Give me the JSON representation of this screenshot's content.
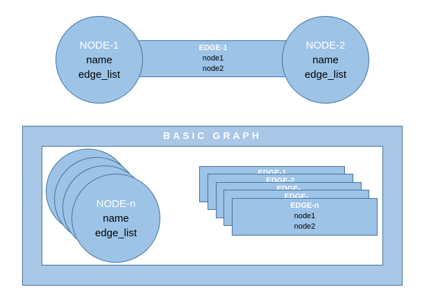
{
  "colors": {
    "fill": "#9dc3e6",
    "stroke": "#41719c",
    "frame": "#a9c7e6",
    "white": "#ffffff"
  },
  "top": {
    "node1": {
      "title": "NODE-1",
      "line1": "name",
      "line2": "edge_list"
    },
    "node2": {
      "title": "NODE-2",
      "line1": "name",
      "line2": "edge_list"
    },
    "edge": {
      "title": "EDGE-1",
      "line1": "node1",
      "line2": "node2"
    }
  },
  "graph": {
    "title": "BASIC GRAPH",
    "node_n": {
      "title": "NODE-n",
      "line1": "name",
      "line2": "edge_list"
    },
    "stack_edges": [
      "EDGE-1",
      "EDGE-2",
      "EDGE-",
      "EDGE-"
    ],
    "edge_n": {
      "title": "EDGE-n",
      "line1": "node1",
      "line2": "node2"
    }
  }
}
